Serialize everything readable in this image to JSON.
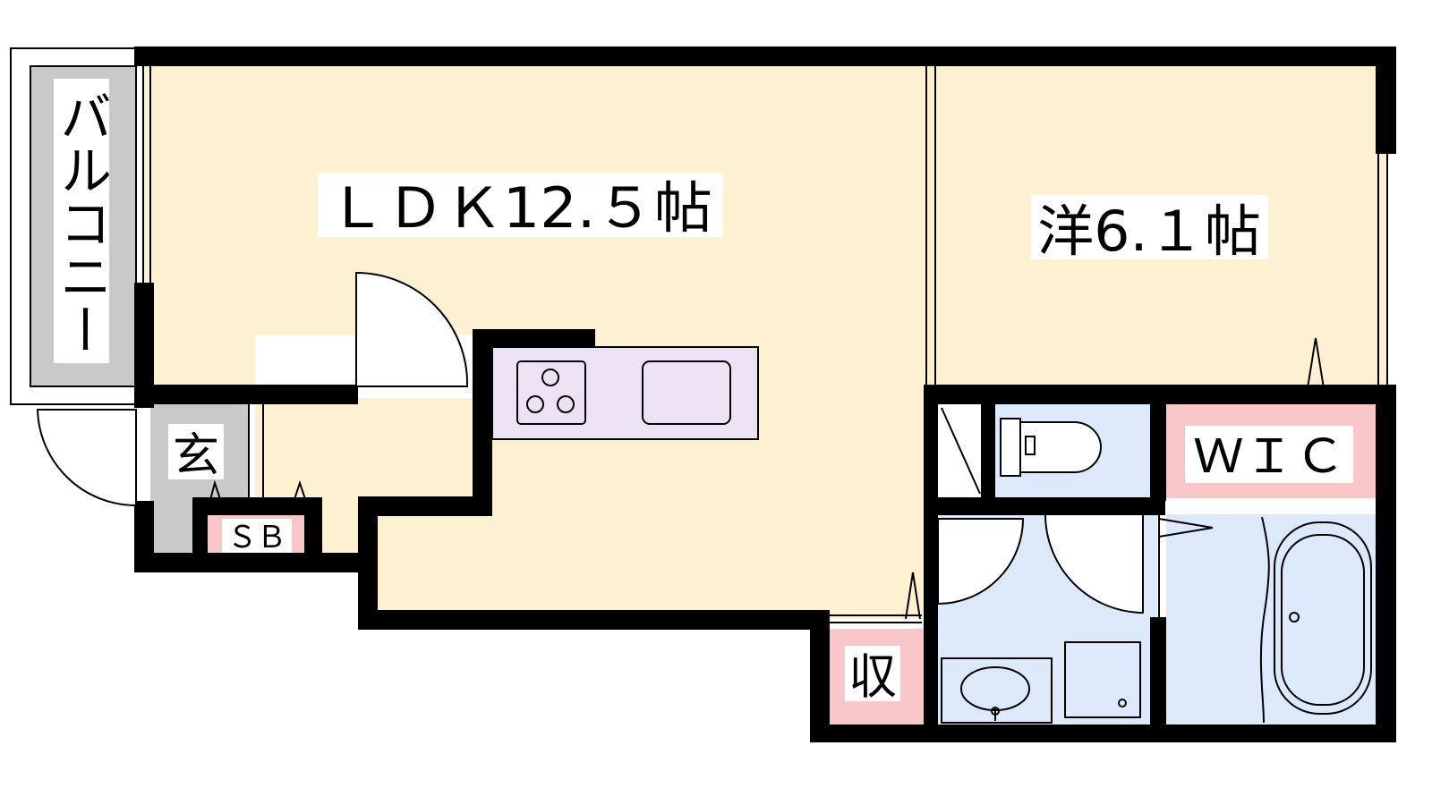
{
  "plan": {
    "rooms": {
      "ldk": {
        "label": "ＬＤＫ12.５帖"
      },
      "western": {
        "label": "洋6.１帖"
      },
      "wic": {
        "label": "ＷＩＣ"
      },
      "balcony": {
        "label": "バルコニー"
      },
      "entrance": {
        "label": "玄"
      },
      "shoe_box": {
        "label": "ＳＢ"
      },
      "storage": {
        "label": "収"
      }
    },
    "colors": {
      "floor_room": "#fdf1d2",
      "wet_area": "#dbe9fb",
      "storage_pink": "#f9c6c8",
      "kitchen": "#ece2f4",
      "entrance_gray": "#c9c9c9",
      "wall": "#000000"
    }
  }
}
